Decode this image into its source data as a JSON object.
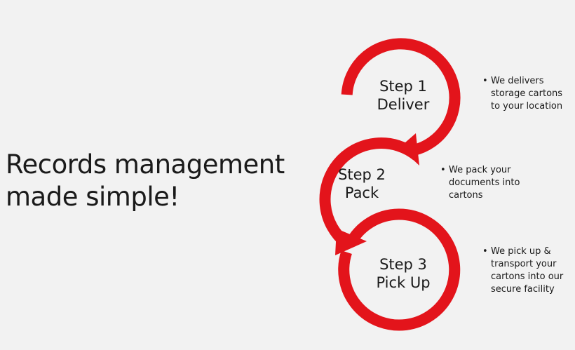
{
  "headline": {
    "line1": "Records management",
    "line2": "made simple!"
  },
  "steps": [
    {
      "title": "Step 1",
      "action": "Deliver",
      "bullet": "We delivers\nstorage cartons\nto your location"
    },
    {
      "title": "Step 2",
      "action": "Pack",
      "bullet": "We pack your\ndocuments into\ncartons"
    },
    {
      "title": "Step 3",
      "action": "Pick Up",
      "bullet": "We pick up &\ntransport your\ncartons into our\nsecure facility"
    }
  ],
  "colors": {
    "arrow": "#e3141b",
    "background": "#f2f2f2",
    "text": "#1a1a1a"
  }
}
